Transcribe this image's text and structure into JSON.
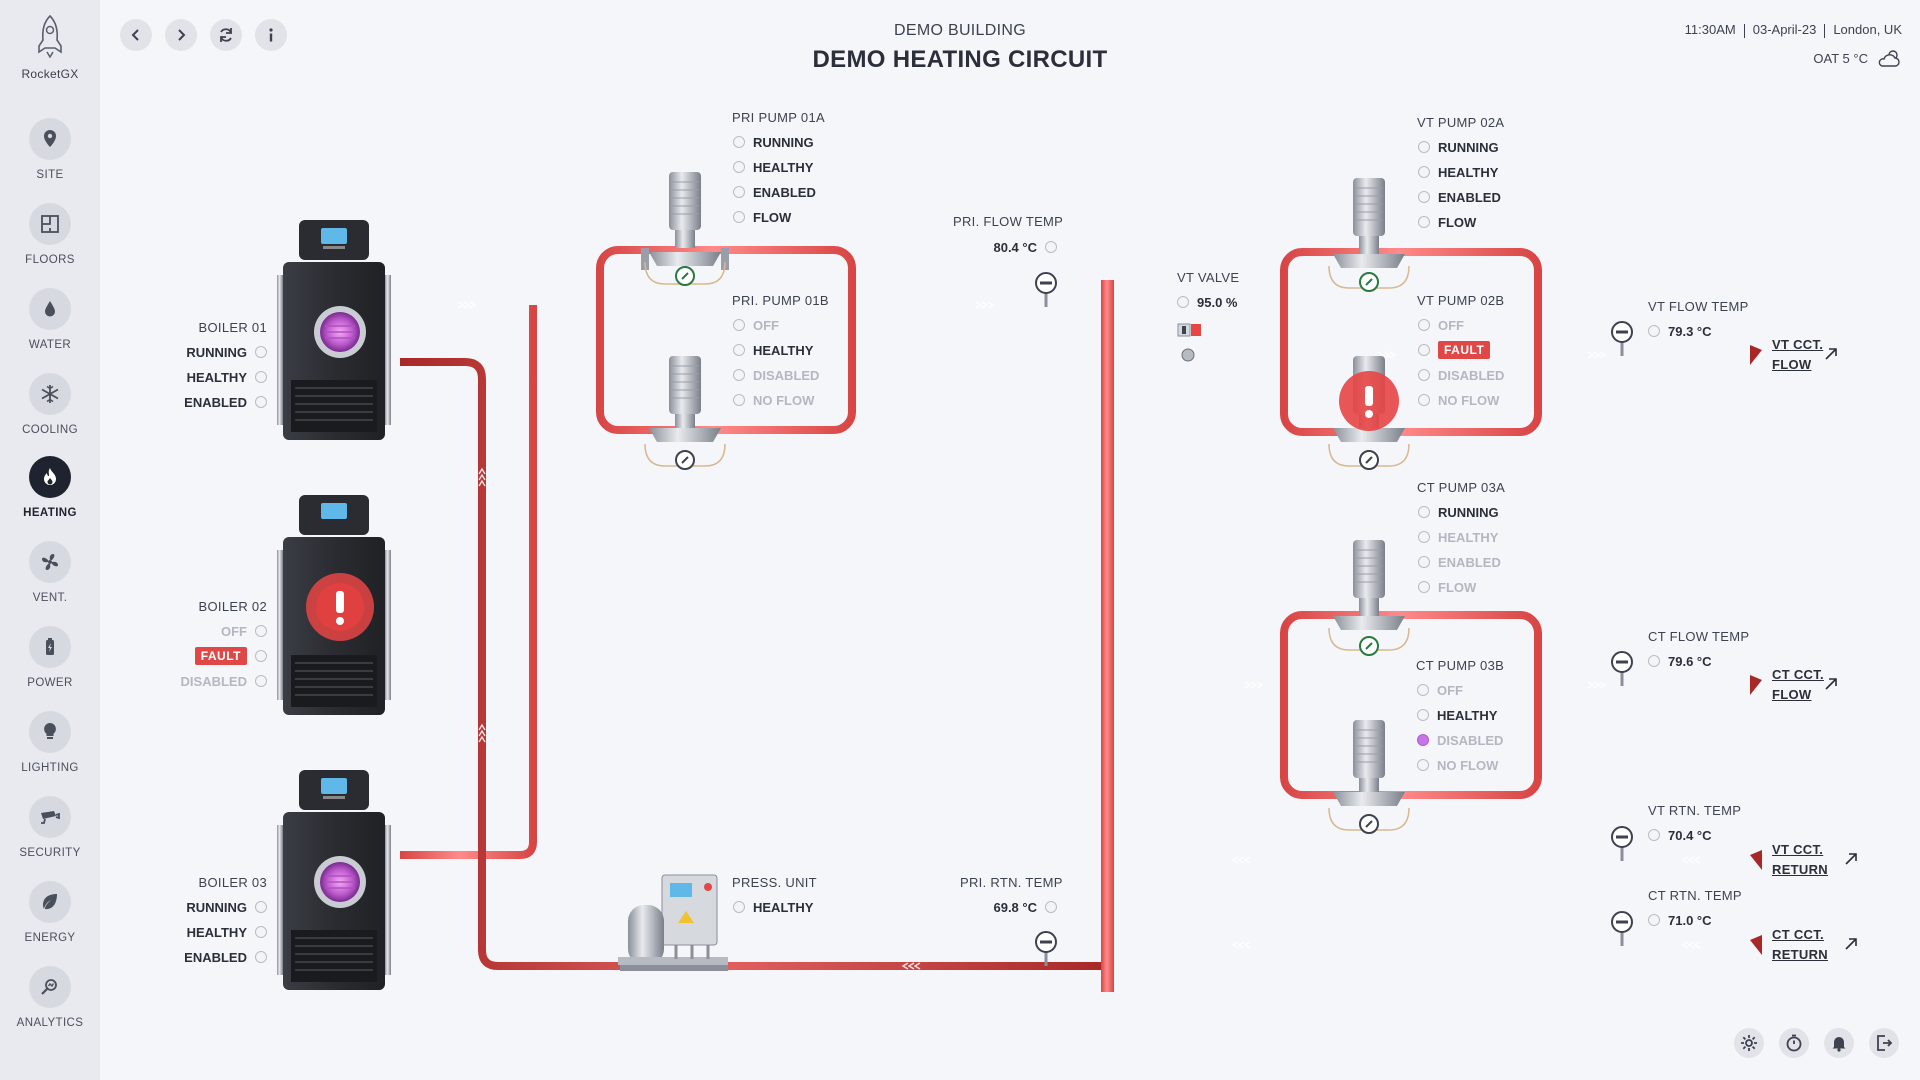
{
  "brand": {
    "name": "RocketGX"
  },
  "sidebar": {
    "items": [
      {
        "label": "SITE",
        "icon": "location-pin-icon"
      },
      {
        "label": "FLOORS",
        "icon": "floorplan-icon"
      },
      {
        "label": "WATER",
        "icon": "water-drop-icon"
      },
      {
        "label": "COOLING",
        "icon": "snowflake-icon"
      },
      {
        "label": "HEATING",
        "icon": "flame-icon",
        "active": true
      },
      {
        "label": "VENT.",
        "icon": "fan-icon"
      },
      {
        "label": "POWER",
        "icon": "battery-icon"
      },
      {
        "label": "LIGHTING",
        "icon": "lightbulb-icon"
      },
      {
        "label": "SECURITY",
        "icon": "cctv-camera-icon"
      },
      {
        "label": "ENERGY",
        "icon": "leaf-icon"
      },
      {
        "label": "ANALYTICS",
        "icon": "analytics-icon"
      }
    ]
  },
  "nav": {
    "back": "chevron-left-icon",
    "forward": "chevron-right-icon",
    "refresh": "refresh-icon",
    "info": "info-icon"
  },
  "header": {
    "subtitle": "DEMO BUILDING",
    "title": "DEMO HEATING CIRCUIT",
    "time": "11:30AM",
    "date": "03-April-23",
    "location": "London, UK",
    "oat": "OAT 5 °C"
  },
  "boilers": [
    {
      "title": "BOILER 01",
      "states": [
        "RUNNING",
        "HEALTHY",
        "ENABLED"
      ]
    },
    {
      "title": "BOILER 02",
      "states": [
        "OFF",
        "FAULT",
        "DISABLED"
      ]
    },
    {
      "title": "BOILER 03",
      "states": [
        "RUNNING",
        "HEALTHY",
        "ENABLED"
      ]
    }
  ],
  "pumps": {
    "pri_01a": {
      "title": "PRI PUMP 01A",
      "states": [
        "RUNNING",
        "HEALTHY",
        "ENABLED",
        "FLOW"
      ]
    },
    "pri_01b": {
      "title": "PRI. PUMP 01B",
      "states": [
        "OFF",
        "HEALTHY",
        "DISABLED",
        "NO FLOW"
      ]
    },
    "vt_02a": {
      "title": "VT PUMP 02A",
      "states": [
        "RUNNING",
        "HEALTHY",
        "ENABLED",
        "FLOW"
      ]
    },
    "vt_02b": {
      "title": "VT PUMP 02B",
      "states": [
        "OFF",
        "FAULT",
        "DISABLED",
        "NO FLOW"
      ]
    },
    "ct_03a": {
      "title": "CT PUMP 03A",
      "states": [
        "RUNNING",
        "HEALTHY",
        "ENABLED",
        "FLOW"
      ]
    },
    "ct_03b": {
      "title": "CT PUMP 03B",
      "states": [
        "OFF",
        "HEALTHY",
        "DISABLED",
        "NO FLOW"
      ]
    }
  },
  "press_unit": {
    "title": "PRESS. UNIT",
    "state": "HEALTHY"
  },
  "sensors": {
    "pri_flow": {
      "title": "PRI. FLOW TEMP",
      "value": "80.4 °C"
    },
    "pri_rtn": {
      "title": "PRI. RTN. TEMP",
      "value": "69.8 °C"
    },
    "vt_valve": {
      "title": "VT VALVE",
      "value": "95.0 %"
    },
    "vt_flow": {
      "title": "VT FLOW TEMP",
      "value": "79.3 °C"
    },
    "ct_flow": {
      "title": "CT FLOW TEMP",
      "value": "79.6 °C"
    },
    "vt_rtn": {
      "title": "VT RTN. TEMP",
      "value": "70.4 °C"
    },
    "ct_rtn": {
      "title": "CT RTN. TEMP",
      "value": "71.0 °C"
    }
  },
  "links": {
    "vt_flow": [
      "VT CCT.",
      "FLOW"
    ],
    "ct_flow": [
      "CT CCT.",
      "FLOW"
    ],
    "vt_return": [
      "VT CCT.",
      "RETURN"
    ],
    "ct_return": [
      "CT CCT.",
      "RETURN"
    ]
  },
  "footer": {
    "icons": [
      "gear-icon",
      "timer-icon",
      "bell-icon",
      "logout-icon"
    ]
  },
  "colors": {
    "pipe": "#f05a5a",
    "pipe_dark": "#c43a3a",
    "fault": "#e04848",
    "purple": "#c774e8",
    "active_nav": "#1f2330"
  }
}
